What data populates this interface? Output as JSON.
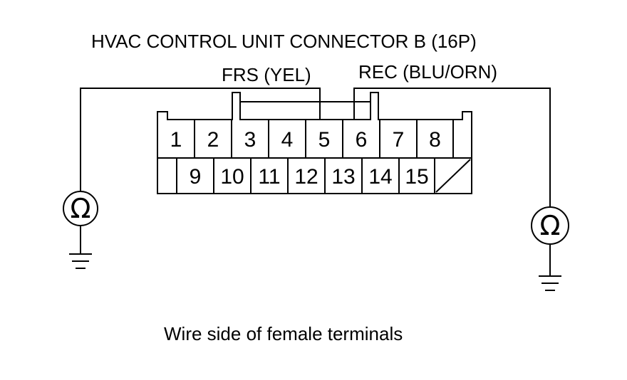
{
  "title": "HVAC CONTROL UNIT CONNECTOR B (16P)",
  "labels": {
    "frs": "FRS (YEL)",
    "rec": "REC (BLU/ORN)",
    "caption": "Wire side of female terminals"
  },
  "connector": {
    "top_row": [
      "1",
      "2",
      "3",
      "4",
      "5",
      "6",
      "7",
      "8"
    ],
    "bottom_row": [
      "9",
      "10",
      "11",
      "12",
      "13",
      "14",
      "15"
    ]
  },
  "meters": {
    "left_symbol": "Ω",
    "right_symbol": "Ω"
  }
}
